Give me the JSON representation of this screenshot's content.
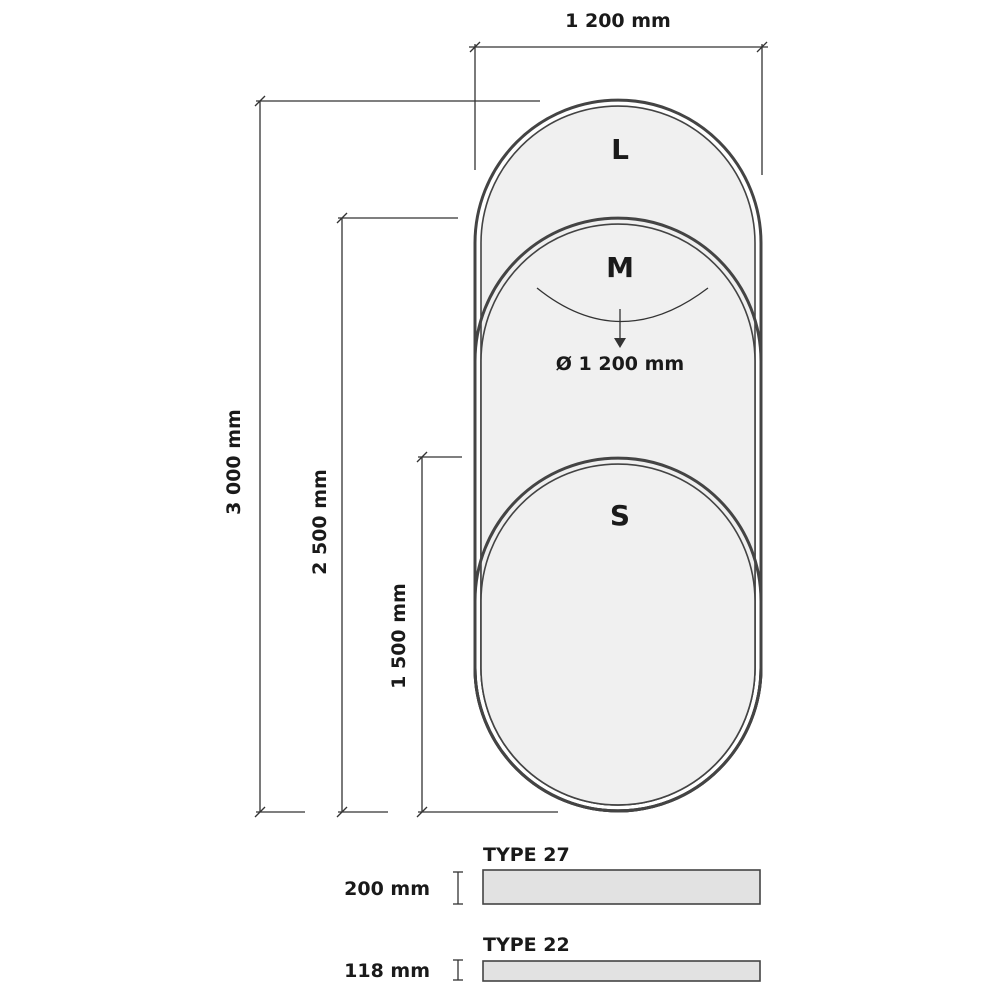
{
  "dimensions": {
    "width_label": "1 200 mm",
    "height_l_label": "3 000 mm",
    "height_m_label": "2 500 mm",
    "height_s_label": "1 500 mm",
    "diameter_label": "Ø 1 200 mm"
  },
  "sizes": {
    "large": "L",
    "medium": "M",
    "small": "S"
  },
  "types": [
    {
      "name": "TYPE 27",
      "thickness": "200 mm"
    },
    {
      "name": "TYPE 22",
      "thickness": "118 mm"
    }
  ]
}
